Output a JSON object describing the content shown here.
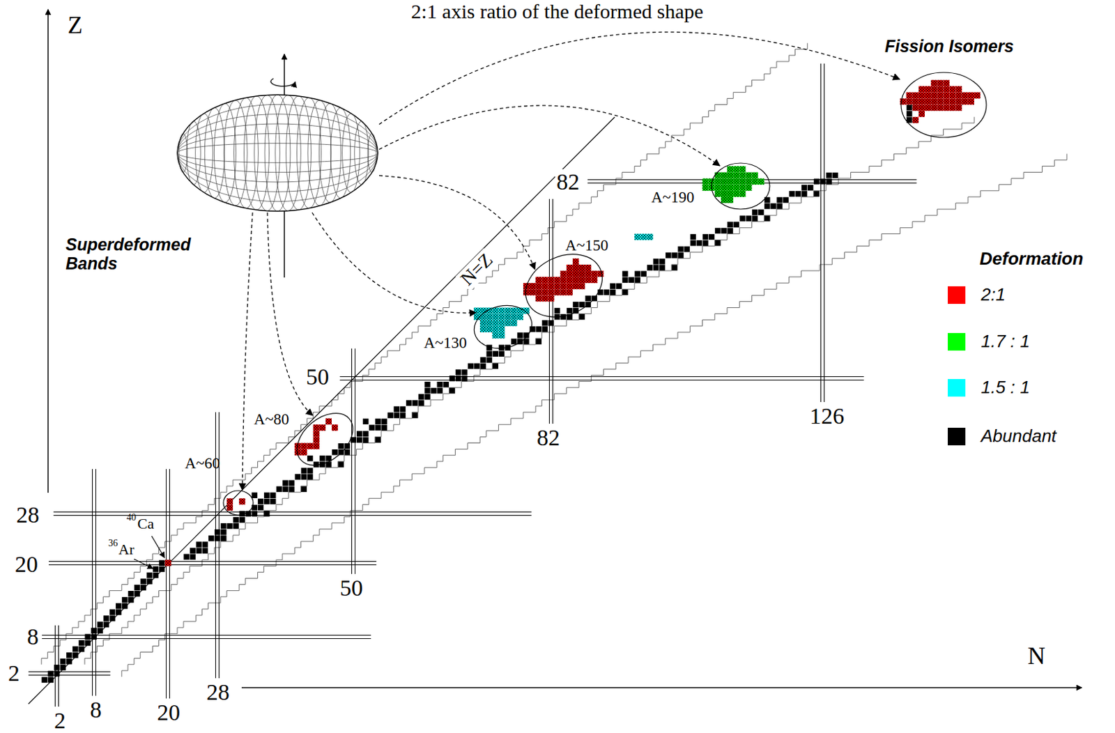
{
  "diagram": {
    "title": "2:1 axis ratio of the deformed shape",
    "nodes": [
      {
        "text": [
          "Superdeformed Bands"
        ]
      },
      {
        "text": [
          "A~60"
        ]
      },
      {
        "text": [
          "A~80"
        ]
      },
      {
        "text": [
          "A~130"
        ]
      },
      {
        "text": [
          "A~150"
        ]
      },
      {
        "text": [
          "A~190"
        ]
      },
      {
        "text": [
          "Fission Isomers"
        ]
      }
    ],
    "edges": [
      {
        "from": 0,
        "to": 1,
        "arrow": "to"
      },
      {
        "from": 0,
        "to": 2,
        "arrow": "to"
      },
      {
        "from": 0,
        "to": 3,
        "arrow": "to"
      },
      {
        "from": 0,
        "to": 4,
        "arrow": "to"
      },
      {
        "from": 0,
        "to": 5,
        "arrow": "to"
      },
      {
        "from": 0,
        "to": 6,
        "arrow": "to"
      }
    ],
    "labels": [
      "Z",
      "N",
      "28",
      "20",
      "8",
      "2",
      "50",
      "82",
      "2",
      "8",
      "20",
      "28",
      "50",
      "82",
      "126",
      "40",
      "Ca",
      "36",
      "Ar",
      "N=Z",
      "Deformation"
    ],
    "legend": [
      {
        "text": "2:1",
        "color": "#ff0000"
      },
      {
        "text": "1.7 : 1",
        "color": "#00ff00"
      },
      {
        "text": "1.5 : 1",
        "color": "#00ffff"
      },
      {
        "text": "Abundant",
        "color": "#000000"
      }
    ]
  }
}
